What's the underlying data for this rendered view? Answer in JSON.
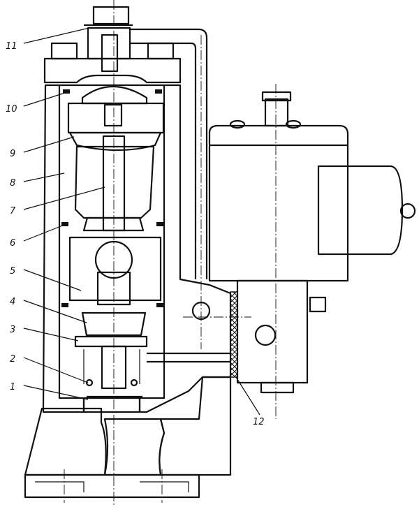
{
  "figure": {
    "callouts": [
      {
        "id": "11",
        "label": "11"
      },
      {
        "id": "10",
        "label": "10"
      },
      {
        "id": "9",
        "label": "9"
      },
      {
        "id": "8",
        "label": "8"
      },
      {
        "id": "7",
        "label": "7"
      },
      {
        "id": "6",
        "label": "6"
      },
      {
        "id": "5",
        "label": "5"
      },
      {
        "id": "4",
        "label": "4"
      },
      {
        "id": "3",
        "label": "3"
      },
      {
        "id": "2",
        "label": "2"
      },
      {
        "id": "1",
        "label": "1"
      },
      {
        "id": "12",
        "label": "12"
      }
    ]
  }
}
